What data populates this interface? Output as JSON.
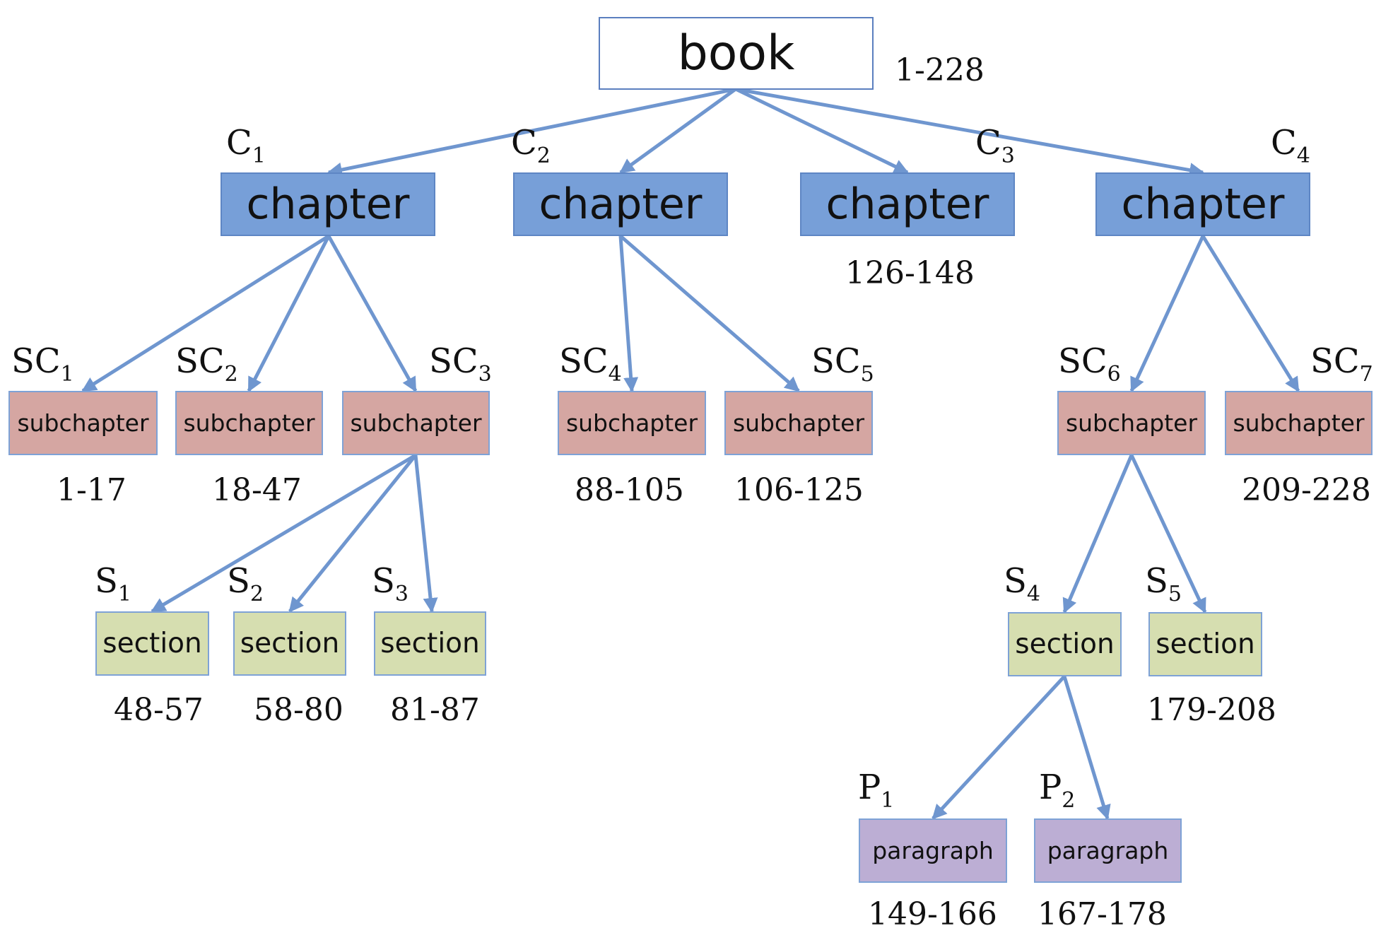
{
  "colors": {
    "edge": "#6f96cf",
    "book_fill": "#ffffff",
    "chapter_fill": "#779fd8",
    "subchapter_fill": "#d5a6a2",
    "section_fill": "#d6deb0",
    "paragraph_fill": "#bcaed4"
  },
  "nodes": {
    "book": {
      "text": "book",
      "range": "1-228"
    },
    "c1": {
      "text": "chapter",
      "tag": "C",
      "sub": "1"
    },
    "c2": {
      "text": "chapter",
      "tag": "C",
      "sub": "2"
    },
    "c3": {
      "text": "chapter",
      "tag": "C",
      "sub": "3",
      "range": "126-148"
    },
    "c4": {
      "text": "chapter",
      "tag": "C",
      "sub": "4"
    },
    "sc1": {
      "text": "subchapter",
      "tag": "SC",
      "sub": "1",
      "range": "1-17"
    },
    "sc2": {
      "text": "subchapter",
      "tag": "SC",
      "sub": "2",
      "range": "18-47"
    },
    "sc3": {
      "text": "subchapter",
      "tag": "SC",
      "sub": "3"
    },
    "sc4": {
      "text": "subchapter",
      "tag": "SC",
      "sub": "4",
      "range": "88-105"
    },
    "sc5": {
      "text": "subchapter",
      "tag": "SC",
      "sub": "5",
      "range": "106-125"
    },
    "sc6": {
      "text": "subchapter",
      "tag": "SC",
      "sub": "6"
    },
    "sc7": {
      "text": "subchapter",
      "tag": "SC",
      "sub": "7",
      "range": "209-228"
    },
    "s1": {
      "text": "section",
      "tag": "S",
      "sub": "1",
      "range": "48-57"
    },
    "s2": {
      "text": "section",
      "tag": "S",
      "sub": "2",
      "range": "58-80"
    },
    "s3": {
      "text": "section",
      "tag": "S",
      "sub": "3",
      "range": "81-87"
    },
    "s4": {
      "text": "section",
      "tag": "S",
      "sub": "4"
    },
    "s5": {
      "text": "section",
      "tag": "S",
      "sub": "5",
      "range": "179-208"
    },
    "p1": {
      "text": "paragraph",
      "tag": "P",
      "sub": "1",
      "range": "149-166"
    },
    "p2": {
      "text": "paragraph",
      "tag": "P",
      "sub": "2",
      "range": "167-178"
    }
  },
  "edges": [
    [
      "book",
      "c1"
    ],
    [
      "book",
      "c2"
    ],
    [
      "book",
      "c3"
    ],
    [
      "book",
      "c4"
    ],
    [
      "c1",
      "sc1"
    ],
    [
      "c1",
      "sc2"
    ],
    [
      "c1",
      "sc3"
    ],
    [
      "c2",
      "sc4"
    ],
    [
      "c2",
      "sc5"
    ],
    [
      "c4",
      "sc6"
    ],
    [
      "c4",
      "sc7"
    ],
    [
      "sc3",
      "s1"
    ],
    [
      "sc3",
      "s2"
    ],
    [
      "sc3",
      "s3"
    ],
    [
      "sc6",
      "s4"
    ],
    [
      "sc6",
      "s5"
    ],
    [
      "s4",
      "p1"
    ],
    [
      "s4",
      "p2"
    ]
  ]
}
